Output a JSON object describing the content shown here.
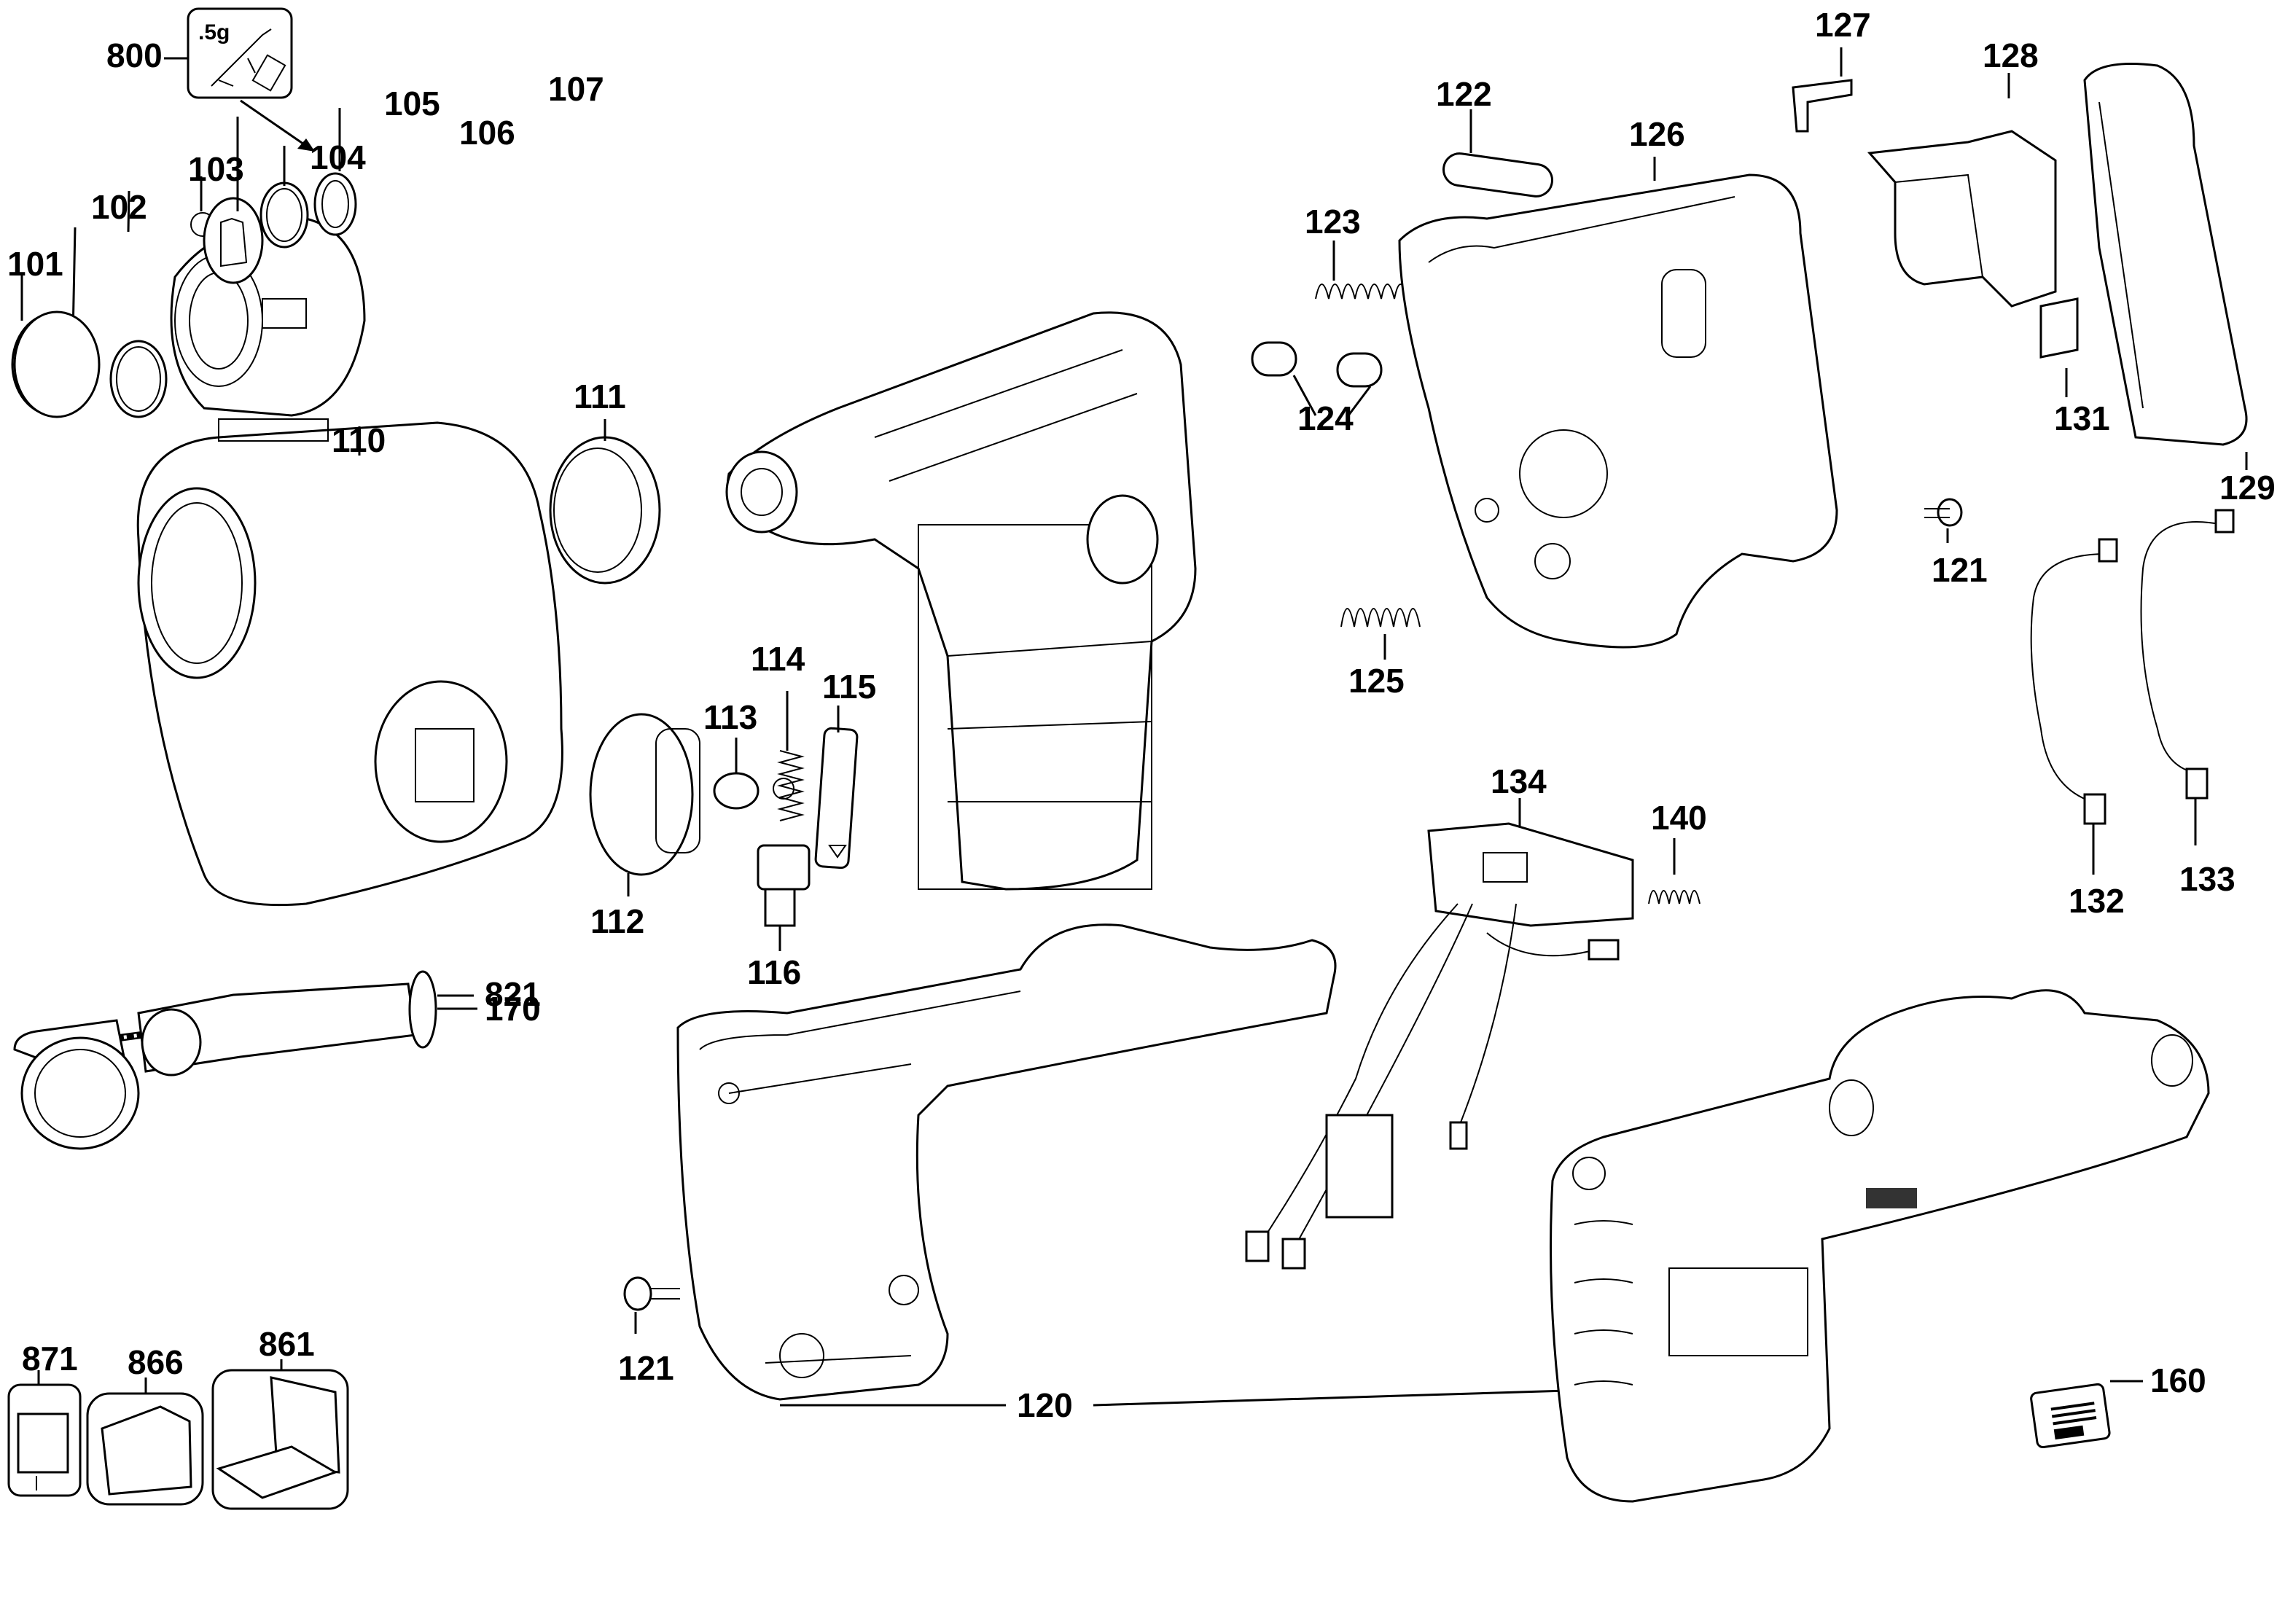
{
  "diagram": {
    "type": "exploded-parts-view",
    "subject": "Cordless rotary hammer",
    "parts": [
      {
        "id": "800",
        "label": "800",
        "note": ".5g"
      },
      {
        "id": "101",
        "label": "101"
      },
      {
        "id": "102",
        "label": "102"
      },
      {
        "id": "103",
        "label": "103"
      },
      {
        "id": "104",
        "label": "104"
      },
      {
        "id": "105",
        "label": "105"
      },
      {
        "id": "106",
        "label": "106"
      },
      {
        "id": "107",
        "label": "107"
      },
      {
        "id": "110",
        "label": "110"
      },
      {
        "id": "111",
        "label": "111"
      },
      {
        "id": "112",
        "label": "112"
      },
      {
        "id": "113",
        "label": "113"
      },
      {
        "id": "114",
        "label": "114"
      },
      {
        "id": "115",
        "label": "115"
      },
      {
        "id": "116",
        "label": "116"
      },
      {
        "id": "120",
        "label": "120"
      },
      {
        "id": "121a",
        "label": "121"
      },
      {
        "id": "121b",
        "label": "121"
      },
      {
        "id": "122",
        "label": "122"
      },
      {
        "id": "123",
        "label": "123"
      },
      {
        "id": "124",
        "label": "124"
      },
      {
        "id": "125",
        "label": "125"
      },
      {
        "id": "126",
        "label": "126"
      },
      {
        "id": "127",
        "label": "127"
      },
      {
        "id": "128",
        "label": "128"
      },
      {
        "id": "129",
        "label": "129"
      },
      {
        "id": "131",
        "label": "131"
      },
      {
        "id": "132",
        "label": "132"
      },
      {
        "id": "133",
        "label": "133"
      },
      {
        "id": "134",
        "label": "134"
      },
      {
        "id": "140",
        "label": "140"
      },
      {
        "id": "160",
        "label": "160"
      },
      {
        "id": "170",
        "label": "170"
      },
      {
        "id": "821",
        "label": "821"
      },
      {
        "id": "861",
        "label": "861"
      },
      {
        "id": "866",
        "label": "866"
      },
      {
        "id": "871",
        "label": "871"
      }
    ]
  }
}
